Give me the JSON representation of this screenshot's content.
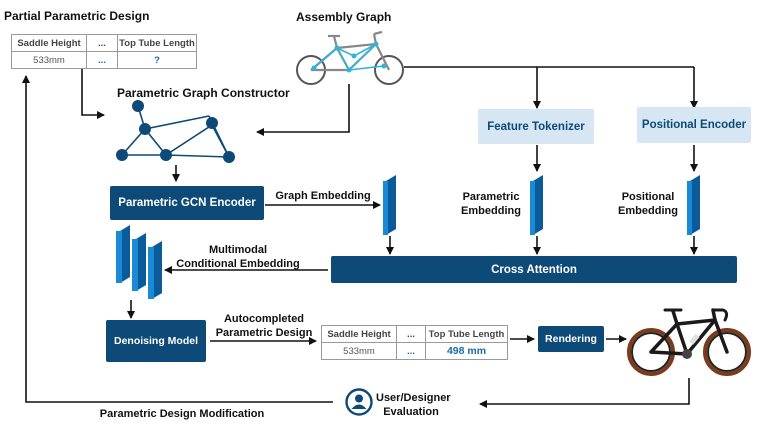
{
  "titles": {
    "partial": "Partial Parametric Design",
    "assembly": "Assembly Graph",
    "constructor": "Parametric Graph Constructor"
  },
  "partial_table": {
    "headers": [
      "Saddle Height",
      "...",
      "Top Tube Length"
    ],
    "values": [
      "533mm",
      "...",
      "?"
    ]
  },
  "boxes": {
    "gcn_encoder": "Parametric GCN Encoder",
    "feature_tokenizer": "Feature Tokenizer",
    "positional_encoder": "Positional Encoder",
    "cross_attention": "Cross Attention",
    "denoising": "Denoising Model",
    "rendering": "Rendering"
  },
  "labels": {
    "graph_embedding": "Graph Embedding",
    "parametric_embedding": "Parametric\nEmbedding",
    "positional_embedding": "Positional\nEmbedding",
    "multimodal": "Multimodal\nConditional Embedding",
    "autocompleted": "Autocompleted\nParametric Design",
    "user_eval": "User/Designer\nEvaluation",
    "modification": "Parametric Design Modification"
  },
  "output_table": {
    "headers": [
      "Saddle Height",
      "...",
      "Top Tube Length"
    ],
    "values": [
      "533mm",
      "...",
      "498 mm"
    ]
  },
  "colors": {
    "dark_blue": "#0d4a78",
    "light_blue": "#d6e6f3",
    "embedding_blue": "#1478c0",
    "text_blue": "#1a6aa8"
  },
  "icons": [
    "bicycle-assembly-graph-icon",
    "graph-network-icon",
    "road-bike-icon",
    "user-icon"
  ]
}
